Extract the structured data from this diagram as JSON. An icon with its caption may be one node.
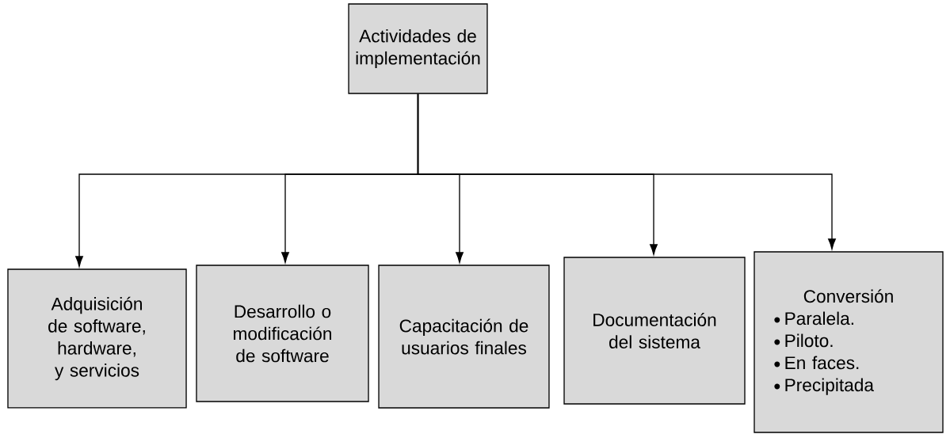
{
  "diagram": {
    "nodes": [
      {
        "text": [
          "Actividades de implementación"
        ]
      },
      {
        "text": [
          "Adquisición de software, hardware, y servicios"
        ]
      },
      {
        "text": [
          "Desarrollo o modificación de software"
        ]
      },
      {
        "text": [
          "Capacitación de usuarios finales"
        ]
      },
      {
        "text": [
          "Documentación del sistema"
        ]
      },
      {
        "text": [
          "Conversión",
          "Paralela.",
          "Piloto.",
          "En faces.",
          "Precipitada"
        ]
      }
    ],
    "edges": [
      {
        "from": 0,
        "to": 1,
        "arrow": "to"
      },
      {
        "from": 0,
        "to": 2,
        "arrow": "to"
      },
      {
        "from": 0,
        "to": 3,
        "arrow": "to"
      },
      {
        "from": 0,
        "to": 4,
        "arrow": "to"
      },
      {
        "from": 0,
        "to": 5,
        "arrow": "to"
      }
    ]
  }
}
